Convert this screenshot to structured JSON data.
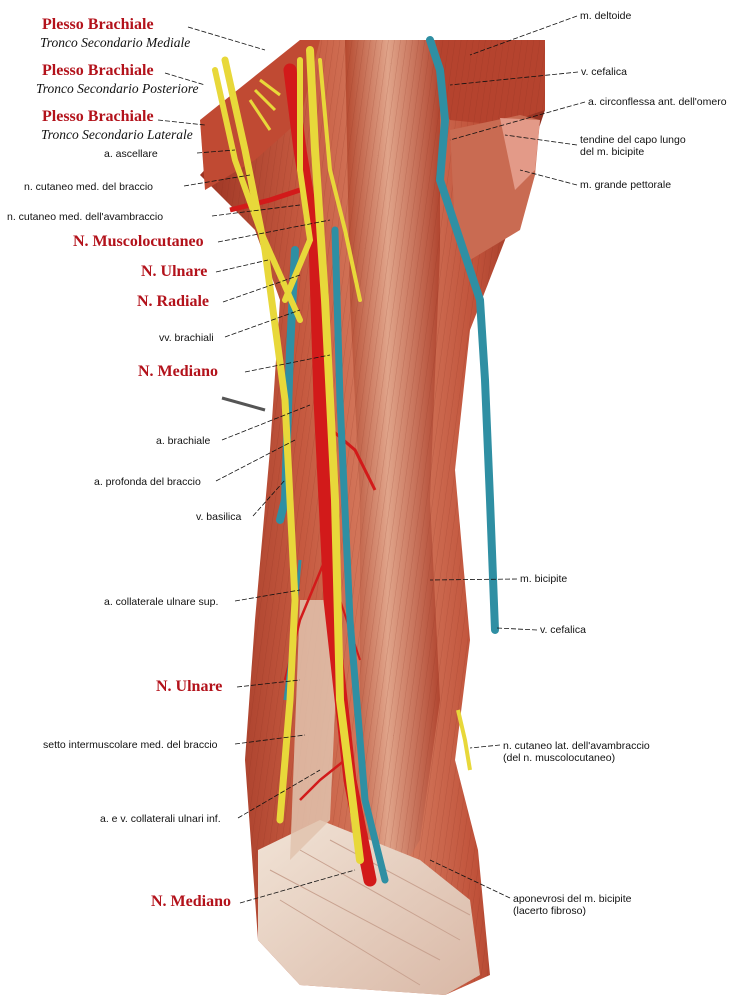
{
  "labels_left": {
    "plesso1_title": "Plesso Brachiale",
    "plesso1_sub": "Tronco Secondario Mediale",
    "plesso2_title": "Plesso Brachiale",
    "plesso2_sub": "Tronco Secondario Posteriore",
    "plesso3_title": "Plesso Brachiale",
    "plesso3_sub": "Tronco Secondario Laterale",
    "a_ascellare": "a. ascellare",
    "n_cutaneo_braccio": "n. cutaneo med. del braccio",
    "n_cutaneo_avambraccio": "n. cutaneo med. dell'avambraccio",
    "n_muscolocutaneo": "N. Muscolocutaneo",
    "n_ulnare": "N. Ulnare",
    "n_radiale": "N. Radiale",
    "vv_brachiali": "vv. brachiali",
    "n_mediano": "N. Mediano",
    "a_brachiale": "a. brachiale",
    "a_profonda": "a. profonda del braccio",
    "v_basilica": "v. basilica",
    "a_collaterale_sup": "a. collaterale ulnare sup.",
    "n_ulnare_2": "N. Ulnare",
    "setto": "setto intermuscolare med. del braccio",
    "a_collaterali_inf": "a. e v. collaterali ulnari inf.",
    "n_mediano_2": "N. Mediano"
  },
  "labels_right": {
    "m_deltoide": "m. deltoide",
    "v_cefalica": "v. cefalica",
    "a_circonflessa": "a. circonflessa ant. dell'omero",
    "tendine_1": "tendine del capo lungo",
    "tendine_2": "del m. bicipite",
    "m_grande_pettorale": "m. grande pettorale",
    "m_bicipite": "m. bicipite",
    "v_cefalica_2": "v. cefalica",
    "n_cutaneo_lat_1": "n. cutaneo lat. dell'avambraccio",
    "n_cutaneo_lat_2": "(del n. muscolocutaneo)",
    "aponevrosi_1": "aponevrosi del m. bicipite",
    "aponevrosi_2": "(lacerto fibroso)"
  },
  "colors": {
    "muscle": "#b8432f",
    "muscle_light": "#d98a70",
    "nerve": "#e8d83a",
    "artery": "#d21a1a",
    "vein": "#2f8fa3",
    "label_red": "#b3121b"
  }
}
